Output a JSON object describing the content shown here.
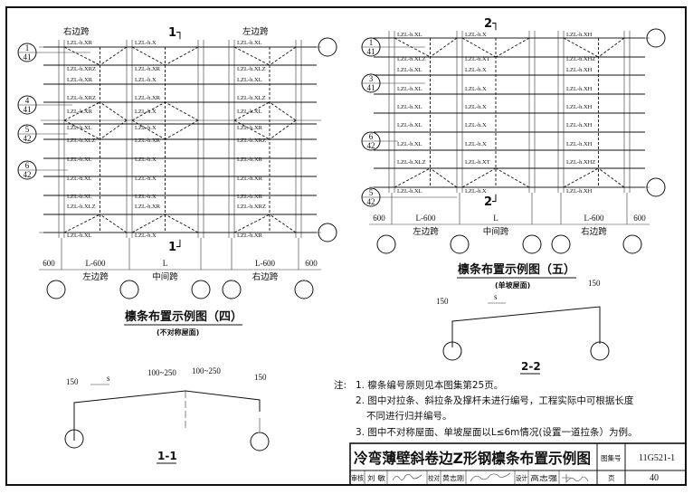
{
  "plan4": {
    "title": "檩条布置示例图（四）",
    "subtitle": "(不对称屋面)",
    "section_mark": "1",
    "span_headers": [
      "右边跨",
      "左边跨"
    ],
    "dims": [
      "600",
      "L-600",
      "L",
      "L-600",
      "600"
    ],
    "span_names": [
      "左边跨",
      "中间跨",
      "右边跨"
    ],
    "callouts": [
      {
        "n": "1",
        "d": "41"
      },
      {
        "n": "4",
        "d": "41"
      },
      {
        "n": "5",
        "d": "42"
      },
      {
        "n": "6",
        "d": "42"
      }
    ],
    "bays": [
      [
        "LZL-h.XR",
        "LZL-h.XRZ",
        "LZL-h.XR",
        "LZL-h.XRZ",
        "LZL-h.XR",
        "LZL-h.XL",
        "LZL-h.XLZ",
        "LZL-h.XL",
        "LZL-h.XL",
        "LZL-h.XL",
        "LZL-h.XLZ",
        "LZL-h.XL"
      ],
      [
        "LZL-h.X",
        "LZL-h.XR",
        "LZL-h.X",
        "LZL-h.XR",
        "LZL-h.X",
        "LZL-h.X",
        "LZL-h.XR",
        "LZL-h.X",
        "LZL-h.X",
        "LZL-h.X",
        "LZL-h.XR",
        "LZL-h.X"
      ],
      [
        "LZL-h.XL",
        "LZL-h.XLZ",
        "LZL-h.XL",
        "LZL-h.XLZ",
        "LZL-h.XL",
        "LZL-h.XR",
        "LZL-h.XRZ",
        "LZL-h.XR",
        "LZL-h.XR",
        "LZL-h.XR",
        "LZL-h.XRZ",
        "LZL-h.XR"
      ]
    ]
  },
  "plan5": {
    "title": "檩条布置示例图（五）",
    "subtitle": "(单坡屋面)",
    "section_mark": "2",
    "dims": [
      "600",
      "L-600",
      "L",
      "L-600",
      "600"
    ],
    "span_names": [
      "左边跨",
      "中间跨",
      "右边跨"
    ],
    "callouts": [
      {
        "n": "1",
        "d": "41"
      },
      {
        "n": "3",
        "d": "41"
      },
      {
        "n": "6",
        "d": "42"
      },
      {
        "n": "5",
        "d": "42"
      }
    ],
    "bays": [
      [
        "LZL-h.XL",
        "LZL-h.XLZ",
        "LZL-h.XL",
        "LZL-h.XL",
        "LZL-h.XL",
        "LZL-h.XL",
        "LZL-h.XL",
        "LZL-h.XLZ",
        "LZL-h.XL"
      ],
      [
        "LZL-h.X",
        "LZL-h.XT",
        "LZL-h.X",
        "LZL-h.X",
        "LZL-h.X",
        "LZL-h.X",
        "LZL-h.X",
        "LZL-h.XT",
        "LZL-h.X"
      ],
      [
        "LZL-h.XH",
        "LZL-h.XHZ",
        "LZL-h.XH",
        "LZL-h.XH",
        "LZL-h.XH",
        "LZL-h.XH",
        "LZL-h.XH",
        "LZL-h.XHZ",
        "LZL-h.XH"
      ]
    ]
  },
  "section1": {
    "title": "1-1",
    "eave_left": "150",
    "spacing": "s",
    "ridge_left": "100~250",
    "ridge_right": "100~250",
    "eave_right": "150"
  },
  "section2": {
    "title": "2-2",
    "eave_left": "150",
    "spacing": "s",
    "eave_right": "150"
  },
  "notes": {
    "prefix": "注:",
    "items": [
      "1. 檩条编号原则见本图集第25页。",
      "2. 图中对拉条、斜拉条及撑杆未进行编号，工程实际中可根据长度",
      "不同进行归并编号。",
      "3. 图中不对称屋面、单坡屋面以L≤6m情况(设置一道拉条）为例。"
    ]
  },
  "title_block": {
    "title": "冷弯薄壁斜卷边Z形钢檩条布置示例图",
    "atlas_label": "图集号",
    "atlas_no": "11G521-1",
    "review_label": "审核",
    "reviewer": "刘  敏",
    "check_label": "校对",
    "checker": "黄志刚",
    "design_label": "设计",
    "designer": "高志强",
    "page_label": "页",
    "page_no": "40"
  }
}
